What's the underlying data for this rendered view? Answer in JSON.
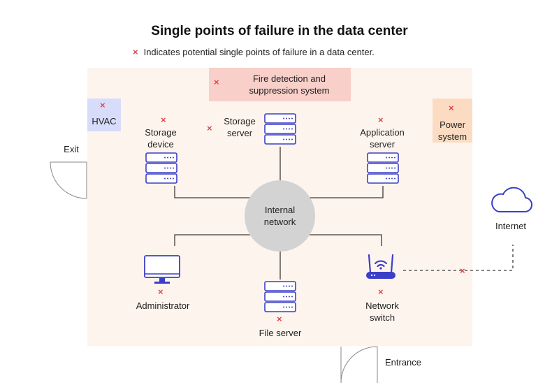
{
  "title": "Single points of failure in the data center",
  "legend": {
    "marker": "×",
    "text": "Indicates potential single points of failure in a data center."
  },
  "areas": {
    "fire": "Fire detection and\nsuppression system",
    "hvac": "HVAC",
    "power": "Power\nsystem"
  },
  "nodes": {
    "storage_device": "Storage\ndevice",
    "storage_server": "Storage\nserver",
    "application_server": "Application\nserver",
    "internal_network": "Internal\nnetwork",
    "administrator": "Administrator",
    "file_server": "File server",
    "network_switch": "Network\nswitch",
    "internet": "Internet"
  },
  "doors": {
    "exit": "Exit",
    "entrance": "Entrance"
  },
  "colors": {
    "room": "#fdf4ee",
    "fire": "#f9cfc9",
    "hvac": "#d8dcfb",
    "power": "#fbdcc2",
    "device_stroke": "#3b3fc7",
    "marker": "#e0474c",
    "hub": "#d3d3d3"
  },
  "icons": [
    "server-icon",
    "monitor-icon",
    "router-icon",
    "cloud-icon",
    "door-icon",
    "failure-marker-icon"
  ]
}
